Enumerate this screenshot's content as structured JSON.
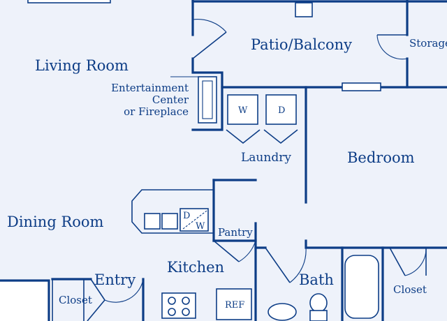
{
  "rooms": {
    "living_room": "Living Room",
    "patio_balcony": "Patio/Balcony",
    "storage": "Storage",
    "entertainment_center": [
      "Entertainment",
      "Center",
      "or Fireplace"
    ],
    "laundry": "Laundry",
    "bedroom": "Bedroom",
    "dining_room": "Dining Room",
    "pantry": "Pantry",
    "kitchen": "Kitchen",
    "entry": "Entry",
    "closet_entry": "Closet",
    "bath": "Bath",
    "closet_bedroom": "Closet"
  },
  "fixtures": {
    "washer": "W",
    "dryer": "D",
    "dishwasher": [
      "D",
      "W"
    ],
    "refrigerator": "REF"
  },
  "colors": {
    "line": "#0d3d86",
    "floor": "#eef2fa",
    "background": "#ffffff"
  }
}
